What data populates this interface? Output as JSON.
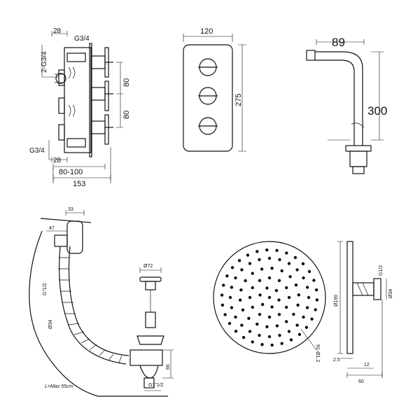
{
  "valve_side": {
    "dim_top": "28",
    "thread_top": "G3/4",
    "thread_side": "2-G3/4",
    "spacing_upper": "80",
    "spacing_lower": "80",
    "thread_bottom": "G3/4",
    "dim_bottom": "28",
    "depth_range": "80-100",
    "overall_depth": "153"
  },
  "valve_front": {
    "width": "120",
    "height": "275"
  },
  "shower_arm": {
    "projection": "89",
    "drop": "300"
  },
  "bath_waste": {
    "dim_overflow_top": "33",
    "dim_overflow_side": "47",
    "thread_overflow": "G\"1/2",
    "hose_diameter": "Ø34",
    "plug_diameter": "Ø72",
    "waste_height": "65",
    "thread_outlet": "G1\"1/2",
    "hose_length": "L=Max 55cm"
  },
  "shower_head": {
    "diameter": "Ø190",
    "thread": "G1/2",
    "inlet_diameter": "Ø34",
    "nozzle_note": "91-Ø1.2",
    "thickness": "2.5",
    "dim_depth_small": "12",
    "dim_depth_total": "60"
  }
}
